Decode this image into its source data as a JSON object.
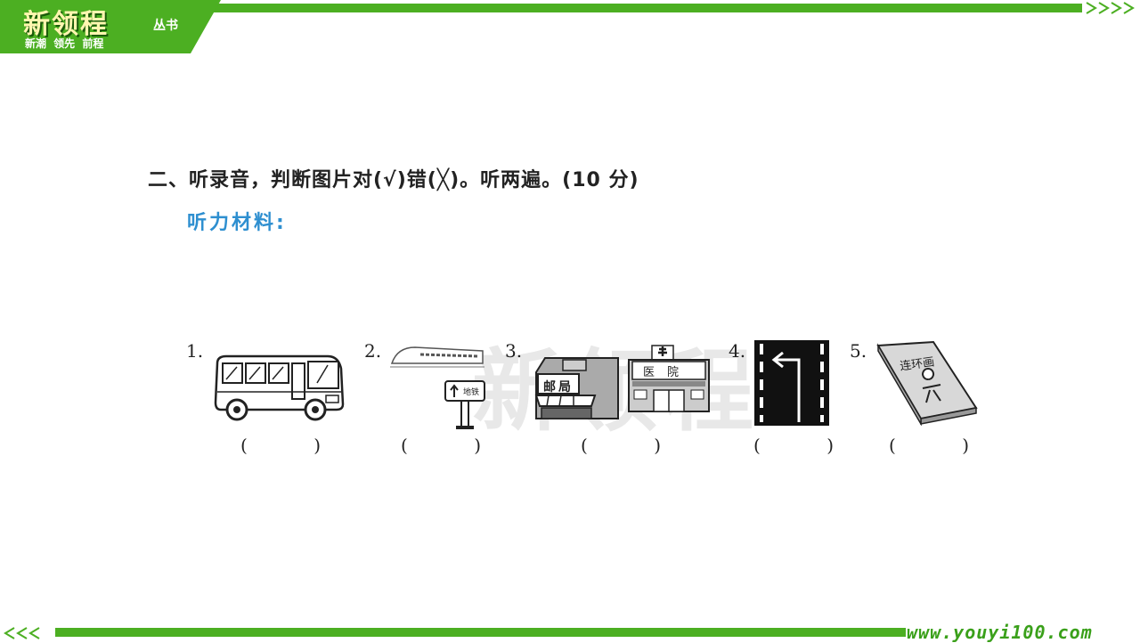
{
  "header": {
    "brand": "新领程",
    "series": "丛书",
    "slogan": "新潮 领先 前程"
  },
  "footer": {
    "url": "www.youyi100.com"
  },
  "question": {
    "title": "二、听录音，判断图片对(√)错(╳)。听两遍。(10 分)",
    "material_label": "听力材料:"
  },
  "watermark": "新领程",
  "items": [
    {
      "number": "1.",
      "image": "bus",
      "paren_open": "(",
      "paren_close": ")"
    },
    {
      "number": "2.",
      "image": "subway-train",
      "sign": "地铁",
      "paren_open": "(",
      "paren_close": ")"
    },
    {
      "number": "3.",
      "image": "post-office-and-hospital",
      "post_office": "邮局",
      "hospital": "医院",
      "paren_open": "(",
      "paren_close": ")"
    },
    {
      "number": "4.",
      "image": "turn-left-road",
      "paren_open": "(",
      "paren_close": ")"
    },
    {
      "number": "5.",
      "image": "comic-book",
      "book_title": "连环画",
      "paren_open": "(",
      "paren_close": ")"
    }
  ],
  "colors": {
    "green": "#4caf22",
    "blue_label": "#2e8fd0"
  }
}
